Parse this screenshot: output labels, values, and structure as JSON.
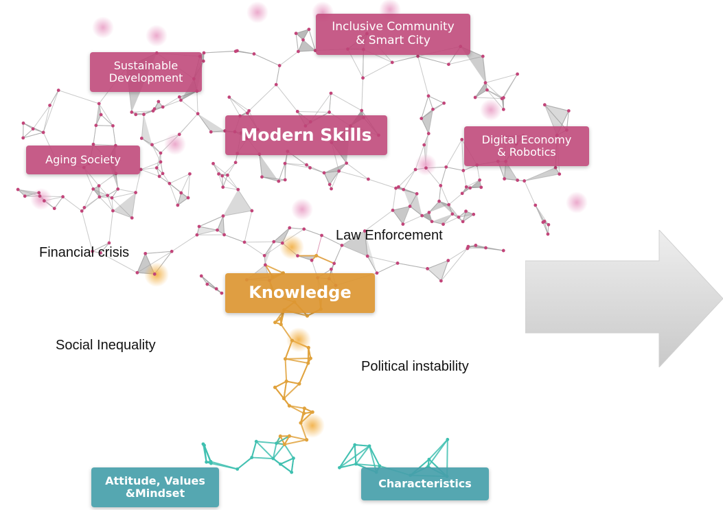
{
  "branch_labels": {
    "inclusive_community": "Inclusive Community\n& Smart City",
    "sustainable_development": "Sustainable\nDevelopment",
    "modern_skills": "Modern Skills",
    "digital_economy": "Digital Economy\n& Robotics",
    "aging_society": "Aging Society",
    "knowledge": "Knowledge"
  },
  "root_labels": {
    "attitude": "Attitude, Values\n&Mindset",
    "characteristics": "Characteristics"
  },
  "context_labels": {
    "law_enforcement": "Law Enforcement",
    "financial_crisis": "Financial crisis",
    "social_inequality": "Social Inequality",
    "political_instability": "Political instability"
  },
  "colors": {
    "canopy": "#c2457a",
    "trunk": "#e0a23c",
    "roots": "#3fc0b0",
    "arrow": "#d4d4d4"
  }
}
